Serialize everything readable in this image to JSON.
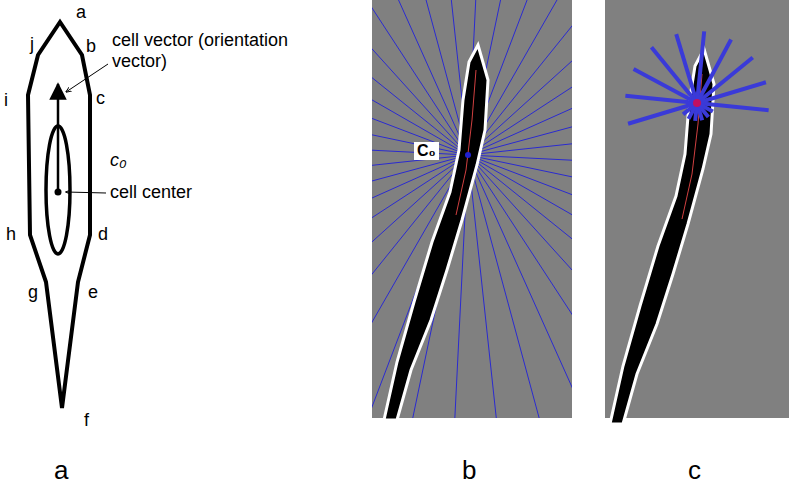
{
  "diagram": {
    "labels": [
      "a",
      "j",
      "b",
      "c",
      "cell vector (orientation vector)",
      "c₀",
      "cell center",
      "i",
      "h",
      "d",
      "g",
      "e",
      "f",
      "a",
      "C₀",
      "b",
      "c"
    ]
  }
}
